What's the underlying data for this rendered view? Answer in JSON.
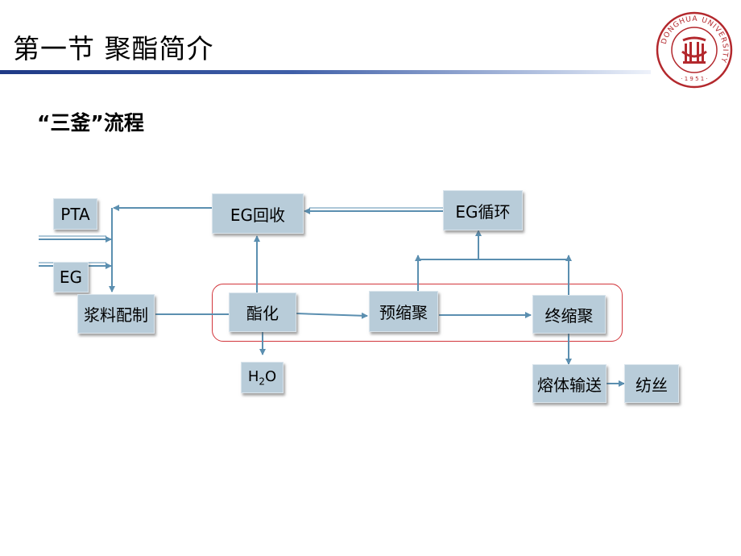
{
  "header": {
    "title": "第一节  聚酯简介",
    "subtitle": "“三釜”流程"
  },
  "logo": {
    "ring_text": "DONGHUA UNIVERSITY",
    "year_text": "· 1 9 5 1 ·",
    "color": "#b3282d"
  },
  "diagram": {
    "nodes": {
      "pta": "PTA",
      "eg": "EG",
      "slurry": "浆料配制",
      "eg_recovery": "EG回收",
      "esterification": "酯化",
      "water_main": "H",
      "water_sub": "2",
      "water_tail": "O",
      "prepolycondensation": "预缩聚",
      "eg_circulation": "EG循环",
      "final_polycondensation": "终缩聚",
      "melt_transfer": "熔体输送",
      "spinning": "纺丝"
    },
    "colors": {
      "box_fill": "#b8ccd9",
      "arrow": "#5b8fb0",
      "frame": "#d2353b"
    }
  }
}
